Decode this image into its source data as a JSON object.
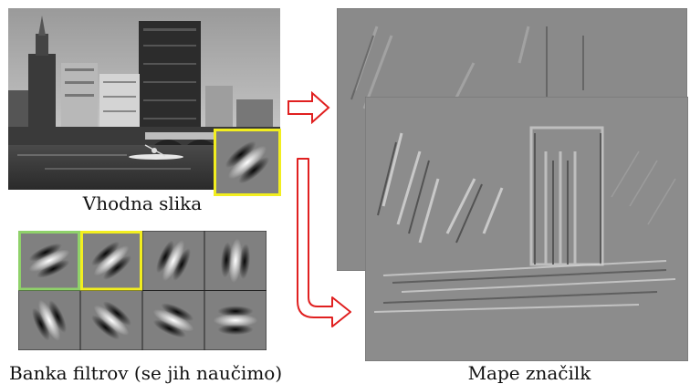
{
  "captions": {
    "input_image": "Vhodna slika",
    "filter_bank": "Banka filtrov (se jih naučimo)",
    "feature_maps": "Mape značilk"
  },
  "colors": {
    "highlight_yellow": "#f2ee1f",
    "highlight_green": "#8fd16a",
    "arrow_red": "#e02020",
    "filter_background": "#808080",
    "map_gray": "#8c8c8c"
  },
  "filter_bank": {
    "rows": 2,
    "cols": 4,
    "filters": [
      {
        "name": "filter-1",
        "angle": -25,
        "highlight": "green"
      },
      {
        "name": "filter-2",
        "angle": -40,
        "highlight": "yellow"
      },
      {
        "name": "filter-3",
        "angle": -65,
        "highlight": ""
      },
      {
        "name": "filter-4",
        "angle": -85,
        "highlight": ""
      },
      {
        "name": "filter-5",
        "angle": 65,
        "highlight": ""
      },
      {
        "name": "filter-6",
        "angle": 40,
        "highlight": ""
      },
      {
        "name": "filter-7",
        "angle": 25,
        "highlight": ""
      },
      {
        "name": "filter-8",
        "angle": 0,
        "highlight": ""
      }
    ]
  },
  "input_filter_overlay": {
    "angle": -40,
    "highlight": "yellow"
  }
}
